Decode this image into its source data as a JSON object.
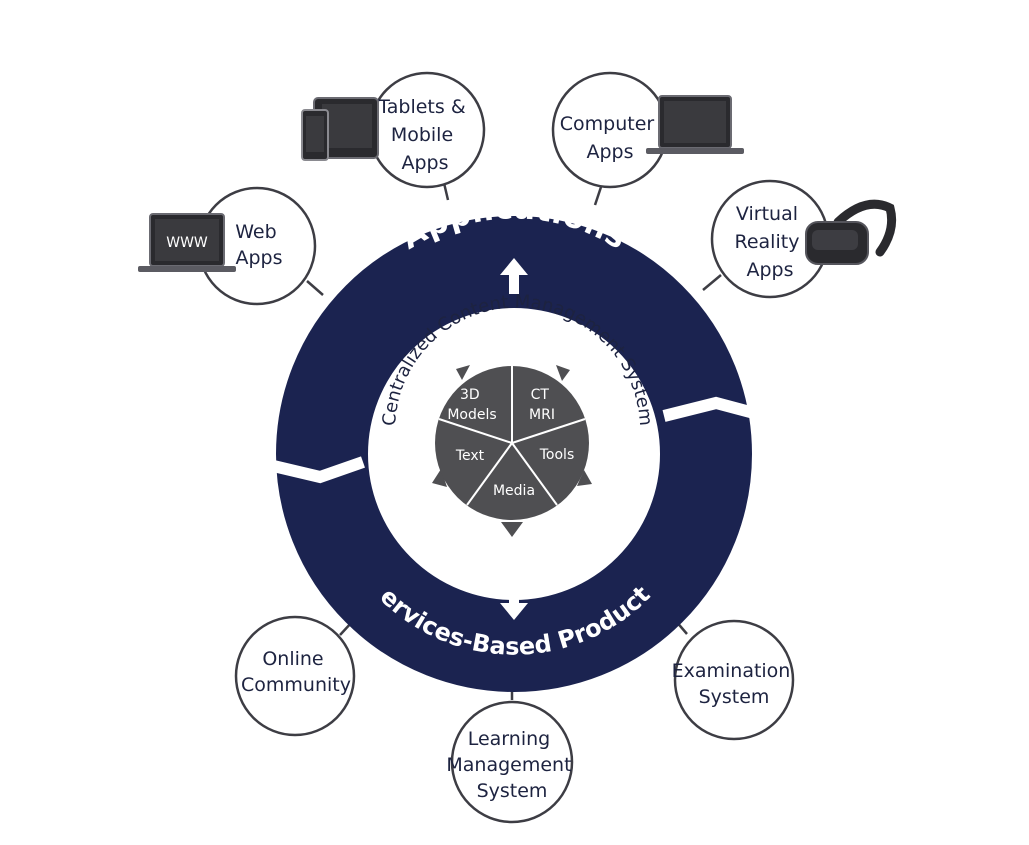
{
  "ring": {
    "top_label": "Applications",
    "bottom_label": "Services-Based Products",
    "center_title": "Centralized Content Management System"
  },
  "segments": [
    {
      "label_lines": [
        "3D",
        "Models"
      ]
    },
    {
      "label_lines": [
        "CT",
        "MRI"
      ]
    },
    {
      "label_lines": [
        "Tools"
      ]
    },
    {
      "label_lines": [
        "Media"
      ]
    },
    {
      "label_lines": [
        "Text"
      ]
    }
  ],
  "applications": [
    {
      "label_lines": [
        "Web",
        "Apps"
      ],
      "icon": "laptop-www-icon",
      "icon_text": "WWW"
    },
    {
      "label_lines": [
        "Tablets &",
        "Mobile",
        "Apps"
      ],
      "icon": "tablet-phone-icon"
    },
    {
      "label_lines": [
        "Computer",
        "Apps"
      ],
      "icon": "laptop-icon"
    },
    {
      "label_lines": [
        "Virtual",
        "Reality",
        "Apps"
      ],
      "icon": "vr-headset-icon"
    }
  ],
  "services": [
    {
      "label_lines": [
        "Online",
        "Community"
      ]
    },
    {
      "label_lines": [
        "Learning",
        "Management",
        "System"
      ]
    },
    {
      "label_lines": [
        "Examination",
        "System"
      ]
    }
  ],
  "colors": {
    "ring": "#1b2350",
    "pie": "#4f4f52",
    "node_border": "#3d3d44",
    "text_dark": "#1d2340"
  }
}
